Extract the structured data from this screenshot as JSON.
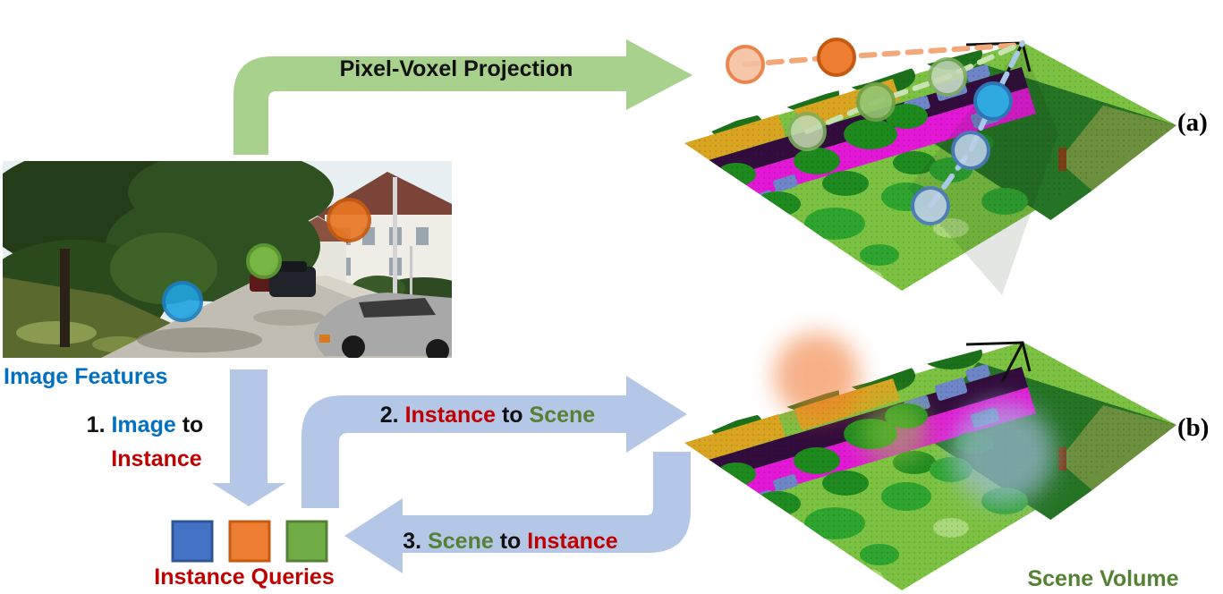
{
  "projection_arrow": {
    "label": "Pixel-Voxel Projection",
    "arrow_color": "#A9D18E"
  },
  "image_panel": {
    "caption": "Image Features",
    "caption_color": "#0070C0",
    "feature_points": [
      {
        "name": "blue-feature-circle",
        "color": "#1FA3E0"
      },
      {
        "name": "green-feature-circle",
        "color": "#7FC24A"
      },
      {
        "name": "orange-feature-circle",
        "color": "#E87722"
      }
    ]
  },
  "steps": [
    {
      "num": "1.",
      "word1": "Image",
      "word1_color": "#0070C0",
      "sep": "to",
      "word2": "Instance",
      "word2_color": "#C00000"
    },
    {
      "num": "2.",
      "word1": "Instance",
      "word1_color": "#C00000",
      "sep": "to",
      "word2": "Scene",
      "word2_color": "#548235"
    },
    {
      "num": "3.",
      "word1": "Scene",
      "word1_color": "#548235",
      "sep": "to",
      "word2": "Instance",
      "word2_color": "#C00000"
    }
  ],
  "flow_arrows": {
    "color": "#B4C7E7"
  },
  "instance_queries": {
    "caption": "Instance Queries",
    "caption_color": "#C00000",
    "squares": [
      {
        "name": "blue-query-square",
        "fill": "#4472C4",
        "border": "#2F5597"
      },
      {
        "name": "orange-query-square",
        "fill": "#ED7D31",
        "border": "#C55A11"
      },
      {
        "name": "green-query-square",
        "fill": "#70AD47",
        "border": "#538135"
      }
    ]
  },
  "scene_panels": {
    "a_label": "(a)",
    "b_label": "(b)",
    "caption": "Scene Volume",
    "caption_color": "#548235",
    "trail_colors": {
      "orange": "#F2A878",
      "green": "#C9E2B2",
      "blue": "#A8C8EA"
    },
    "attention_blobs": [
      {
        "name": "orange-attention-blob",
        "color": "#F07830"
      },
      {
        "name": "green-attention-blob",
        "color": "#8DC63F"
      },
      {
        "name": "blue-attention-blob",
        "color": "#A3BCDF"
      }
    ]
  }
}
